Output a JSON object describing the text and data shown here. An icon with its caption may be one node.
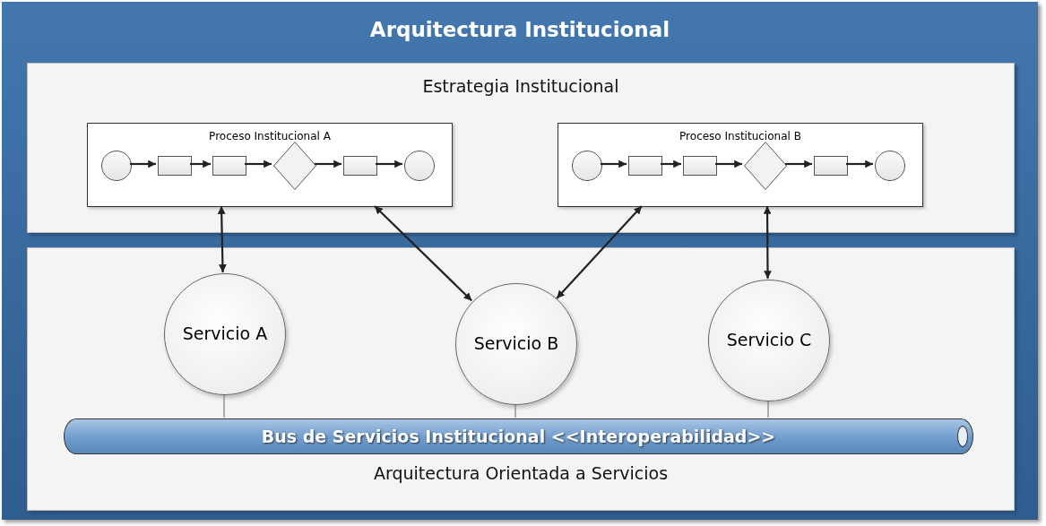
{
  "diagram": {
    "nodes": [
      {
        "text": [
          "Arquitectura Institucional"
        ]
      },
      {
        "text": [
          "Estrategia Institucional"
        ],
        "in": 0
      },
      {
        "text": [
          "Proceso Institucional A"
        ],
        "in": 1
      },
      {
        "text": [],
        "shape": "circle",
        "in": 2
      },
      {
        "text": [],
        "shape": "box",
        "in": 2
      },
      {
        "text": [],
        "shape": "box",
        "in": 2
      },
      {
        "text": [],
        "shape": "diamond",
        "in": 2
      },
      {
        "text": [],
        "shape": "box",
        "in": 2
      },
      {
        "text": [],
        "shape": "circle",
        "in": 2
      },
      {
        "text": [
          "Proceso Institucional B"
        ],
        "in": 1
      },
      {
        "text": [],
        "shape": "circle",
        "in": 9
      },
      {
        "text": [],
        "shape": "box",
        "in": 9
      },
      {
        "text": [],
        "shape": "box",
        "in": 9
      },
      {
        "text": [],
        "shape": "diamond",
        "in": 9
      },
      {
        "text": [],
        "shape": "box",
        "in": 9
      },
      {
        "text": [],
        "shape": "circle",
        "in": 9
      },
      {
        "text": [
          "Arquitectura Orientada a Servicios"
        ],
        "in": 0
      },
      {
        "text": [
          "Servicio A"
        ],
        "in": 16
      },
      {
        "text": [
          "Servicio B"
        ],
        "in": 16
      },
      {
        "text": [
          "Servicio C"
        ],
        "in": 16
      },
      {
        "text": [
          "Bus de Servicios Institucional <<Interoperabilidad>>"
        ],
        "in": 16
      }
    ],
    "edges": [
      {
        "from": 3,
        "to": 4,
        "arrow": "to"
      },
      {
        "from": 4,
        "to": 5,
        "arrow": "to"
      },
      {
        "from": 5,
        "to": 6,
        "arrow": "to"
      },
      {
        "from": 6,
        "to": 7,
        "arrow": "to"
      },
      {
        "from": 7,
        "to": 8,
        "arrow": "to"
      },
      {
        "from": 10,
        "to": 11,
        "arrow": "to"
      },
      {
        "from": 11,
        "to": 12,
        "arrow": "to"
      },
      {
        "from": 12,
        "to": 13,
        "arrow": "to"
      },
      {
        "from": 13,
        "to": 14,
        "arrow": "to"
      },
      {
        "from": 14,
        "to": 15,
        "arrow": "to"
      },
      {
        "from": 2,
        "to": 17,
        "arrow": "both"
      },
      {
        "from": 2,
        "to": 18,
        "arrow": "both"
      },
      {
        "from": 9,
        "to": 18,
        "arrow": "both"
      },
      {
        "from": 9,
        "to": 19,
        "arrow": "both"
      },
      {
        "from": 17,
        "to": 20,
        "arrow": "none"
      },
      {
        "from": 18,
        "to": 20,
        "arrow": "none"
      },
      {
        "from": 19,
        "to": 20,
        "arrow": "none"
      }
    ]
  }
}
